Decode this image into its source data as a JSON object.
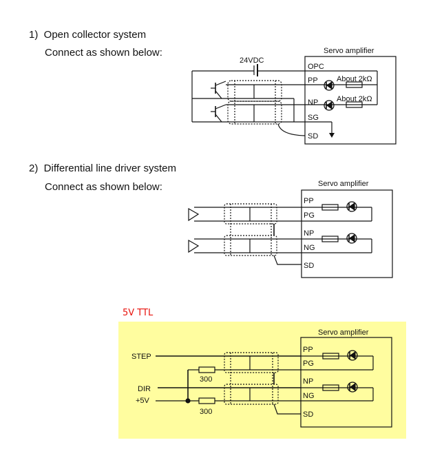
{
  "section1": {
    "title": "1)  Open collector system",
    "subtitle": "Connect as shown below:",
    "supply_label": "24VDC",
    "amp_title": "Servo amplifier",
    "terminals": [
      "OPC",
      "PP",
      "NP",
      "SG",
      "SD"
    ],
    "resistor_labels": [
      "About 2kΩ",
      "About 2kΩ"
    ]
  },
  "section2": {
    "title": "2)  Differential line driver system",
    "subtitle": "Connect as shown below:",
    "amp_title": "Servo amplifier",
    "terminals": [
      "PP",
      "PG",
      "NP",
      "NG",
      "SD"
    ]
  },
  "section3": {
    "label": "5V TTL",
    "label_color": "#e8120c",
    "background_color": "#fffd9f",
    "amp_title": "Servo amplifier",
    "inputs": [
      "STEP",
      "DIR",
      "+5V"
    ],
    "resistor_values": [
      "300",
      "300"
    ],
    "terminals": [
      "PP",
      "PG",
      "NP",
      "NG",
      "SD"
    ]
  }
}
